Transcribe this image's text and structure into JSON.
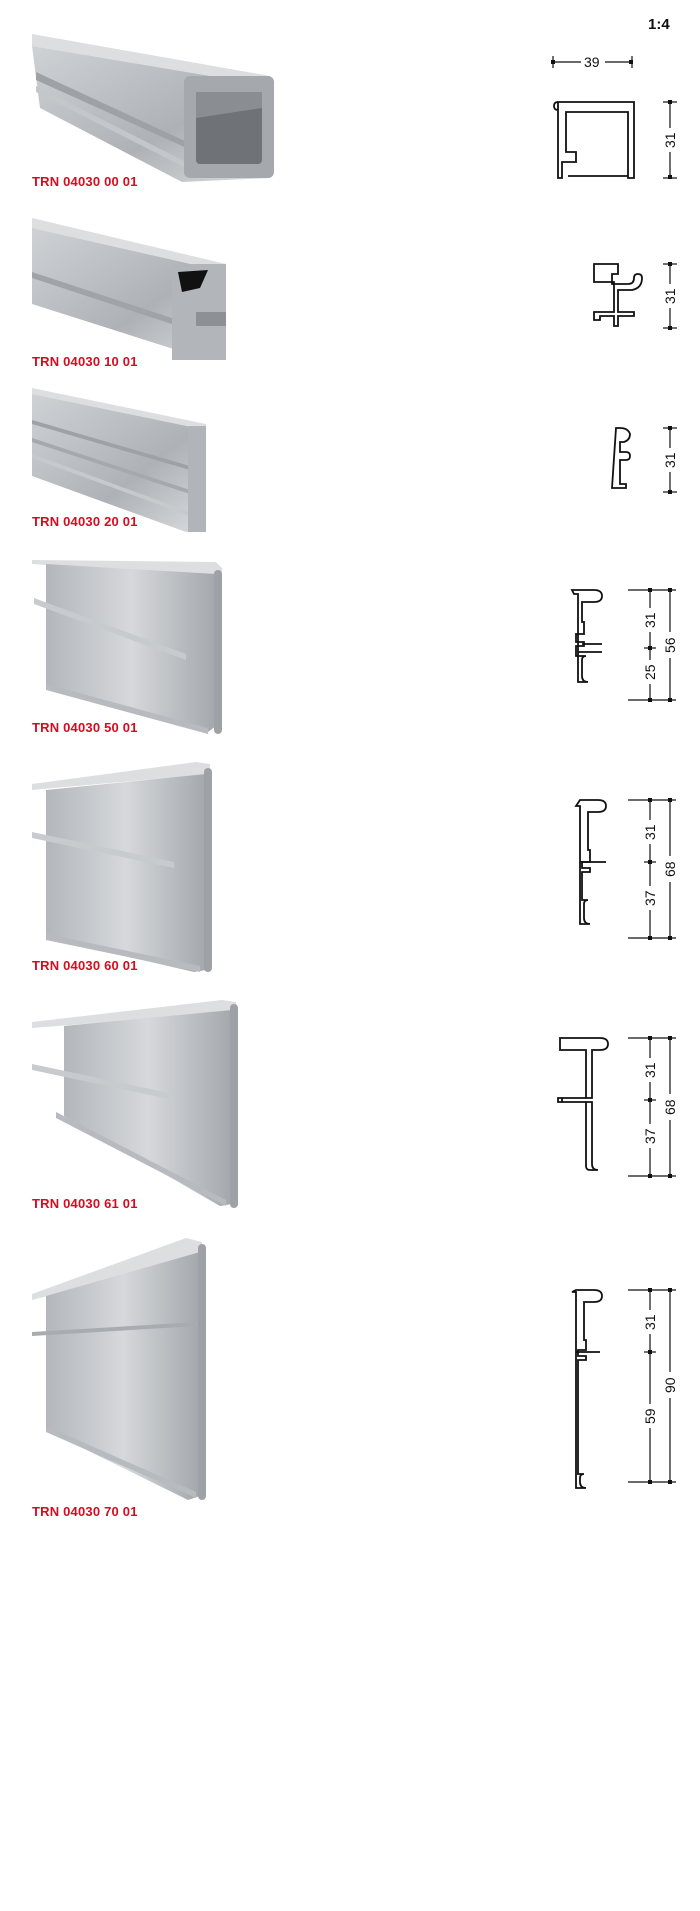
{
  "scale": "1:4",
  "colors": {
    "code_text": "#d40c1f",
    "aluminium_light": "#d8dadc",
    "aluminium_dark": "#9a9ea3"
  },
  "profiles": [
    {
      "code": "TRN 04030 00 01",
      "width_dim": "39",
      "dims": [
        "31"
      ]
    },
    {
      "code": "TRN 04030 10 01",
      "dims": [
        "31"
      ]
    },
    {
      "code": "TRN 04030 20 01",
      "dims": [
        "31"
      ]
    },
    {
      "code": "TRN 04030 50 01",
      "dims": [
        "31",
        "25",
        "56"
      ]
    },
    {
      "code": "TRN 04030 60 01",
      "dims": [
        "31",
        "37",
        "68"
      ]
    },
    {
      "code": "TRN 04030 61 01",
      "dims": [
        "31",
        "37",
        "68"
      ]
    },
    {
      "code": "TRN 04030 70 01",
      "dims": [
        "31",
        "59",
        "90"
      ]
    }
  ]
}
